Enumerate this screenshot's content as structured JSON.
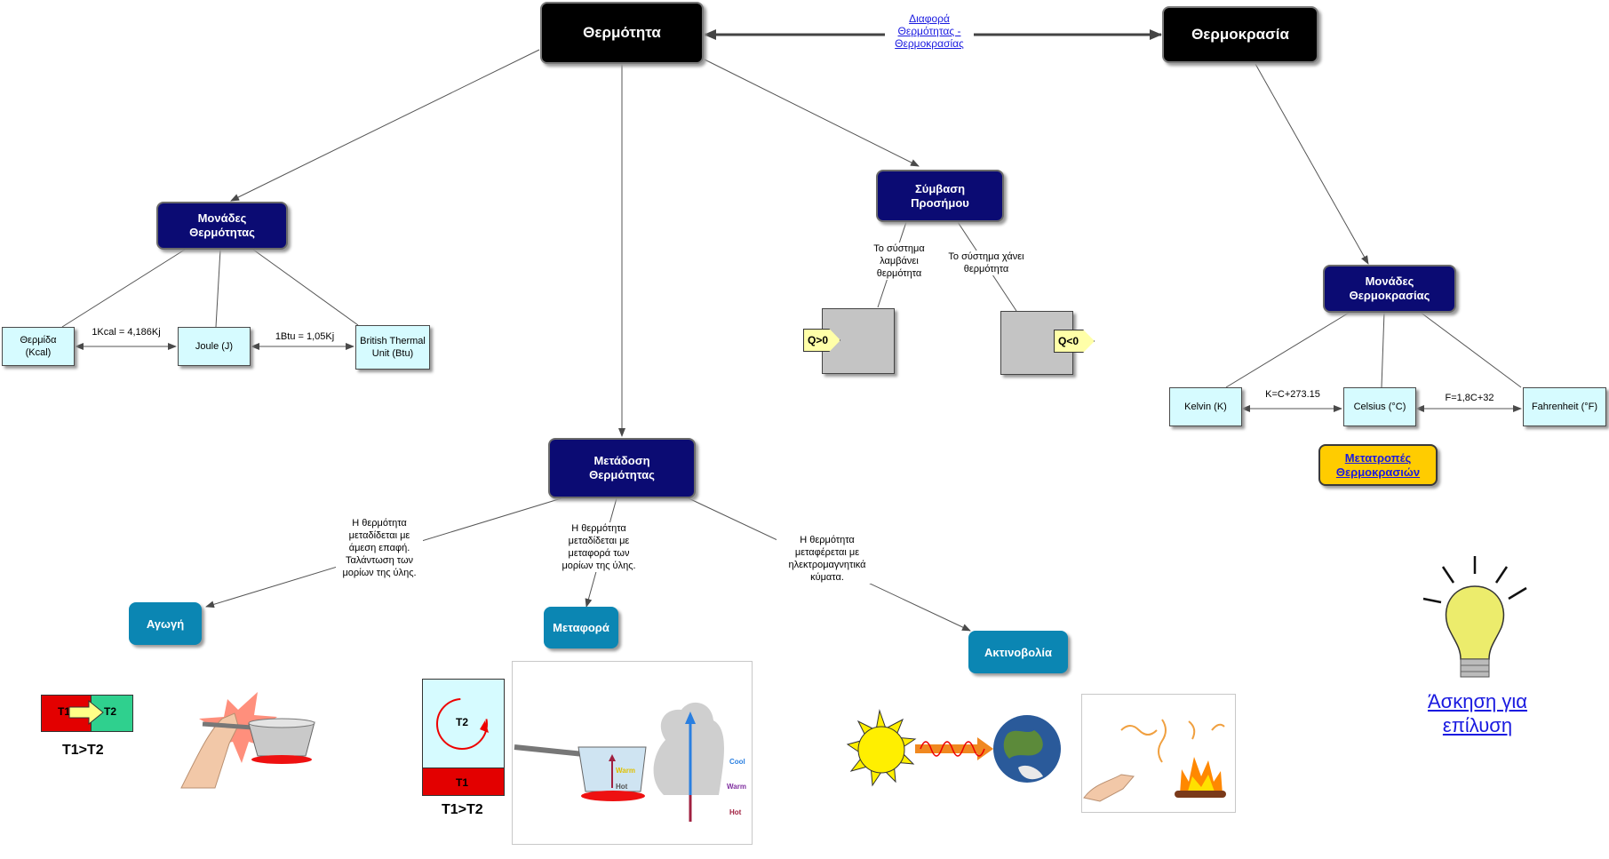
{
  "nodes": {
    "heat": "Θερμότητα",
    "temperature": "Θερμοκρασία",
    "heat_units": "Μονάδες Θερμότητας",
    "sign_convention": "Σύμβαση Προσήμου",
    "heat_transfer": "Μετάδοση Θερμότητας",
    "temp_units": "Μονάδες Θερμοκρασίας",
    "calorie": "Θερμίδα (Kcal)",
    "joule": "Joule (J)",
    "btu": "British Thermal Unit (Btu)",
    "kelvin": "Kelvin (K)",
    "celsius": "Celsius (°C)",
    "fahrenheit": "Fahrenheit (°F)",
    "conduction": "Αγωγή",
    "convection": "Μεταφορά",
    "radiation": "Ακτινοβολία"
  },
  "links": {
    "difference": "Διαφορά Θερμότητας - Θερμοκρασίας",
    "conversions": "Μετατροπές Θερμοκρασιών",
    "exercise": "Άσκηση για επίλυση"
  },
  "labels": {
    "kcal_kj": "1Kcal = 4,186Kj",
    "btu_kj": "1Btu = 1,05Kj",
    "kelvin_celsius": "K=C+273.15",
    "fahrenheit_celsius": "F=1,8C+32",
    "receives_heat": "Το σύστημα λαμβάνει θερμότητα",
    "loses_heat": "Το σύστημα χάνει θερμότητα",
    "conduction_desc": "Η θερμότητα μεταδίδεται με άμεση επαφή. Ταλάντωση των μορίων της ύλης.",
    "convection_desc": "Η θερμότητα μεταδίδεται με μεταφορά των μορίων της ύλης.",
    "radiation_desc": "Η θερμότητα μεταφέρεται με ηλεκτρομαγνητικά κύματα."
  },
  "signs": {
    "positive": "Q>0",
    "negative": "Q<0"
  },
  "illustrations": {
    "t1": "T1",
    "t2": "T2",
    "t1_gt_t2": "T1>T2",
    "warm": "Warm",
    "hot": "Hot",
    "cool": "Cool"
  },
  "colors": {
    "main_node": "#000000",
    "concept_node": "#0b0b73",
    "unit_node": "#d6fbff",
    "mode_node": "#0b86b3",
    "link_button": "#ffcc00"
  }
}
